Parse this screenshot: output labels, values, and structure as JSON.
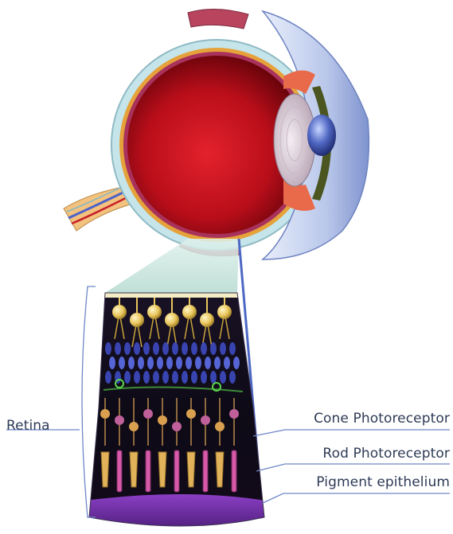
{
  "labels": {
    "retina": "Retina",
    "cone": "Cone Photoreceptor",
    "rod": "Rod Photoreceptor",
    "pigment": "Pigment epithelium"
  },
  "colors": {
    "vitreous": "#c0101c",
    "vitreous_dark": "#6e0208",
    "sclera": "#bfe0e6",
    "retina_layer": "#e7a33a",
    "optic_nerve": "#f0c07a",
    "cornea": "#c7d3ee",
    "iris": "#3a4a1a",
    "leader_line": "#6f86c8",
    "retina_bg": "#0c0a14",
    "pigment": "#6a2aa0"
  }
}
